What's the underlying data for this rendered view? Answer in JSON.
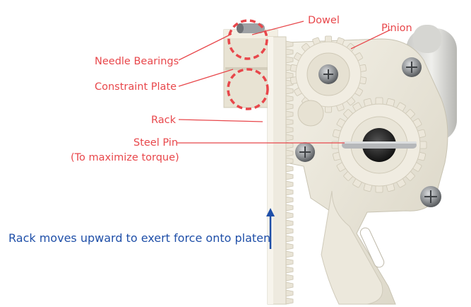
{
  "labels": {
    "dowel": "Dowel",
    "pinion": "Pinion",
    "needle_bearings": "Needle Bearings",
    "constraint_plate": "Constraint Plate",
    "rack": "Rack",
    "steel_pin": "Steel Pin",
    "steel_pin_note": "(To maximize torque)"
  },
  "caption": "Rack moves upward to exert force onto platen",
  "colors": {
    "label_red": "#e8474b",
    "caption_blue": "#1f4fa8",
    "plastic_white": "#ede9dc",
    "screw_gray": "#8a8d90"
  }
}
